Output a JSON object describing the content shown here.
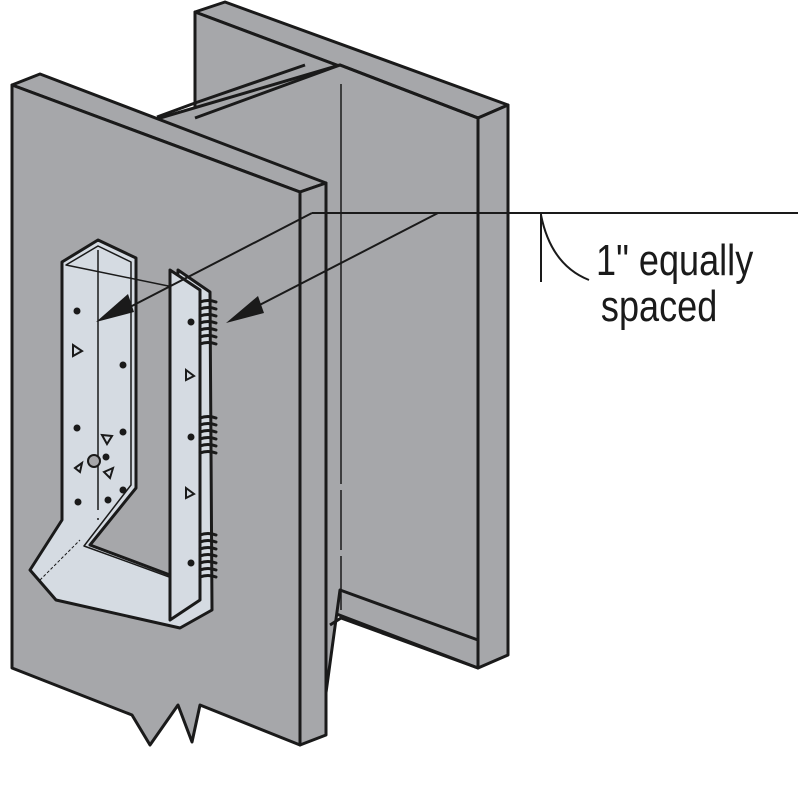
{
  "diagram": {
    "subject": "I-beam with face-mount joist hanger",
    "callout": {
      "line1": "1\" equally",
      "line2": "spaced"
    },
    "colors": {
      "beam_fill": "#a6a7aa",
      "hanger_fill": "#d5dbe2",
      "outline": "#1a1a1a",
      "background": "#ffffff"
    },
    "hanger": {
      "nail_groups_on_flange": 3,
      "notes": "arrows point to nail slot groups on hanger flange"
    }
  }
}
